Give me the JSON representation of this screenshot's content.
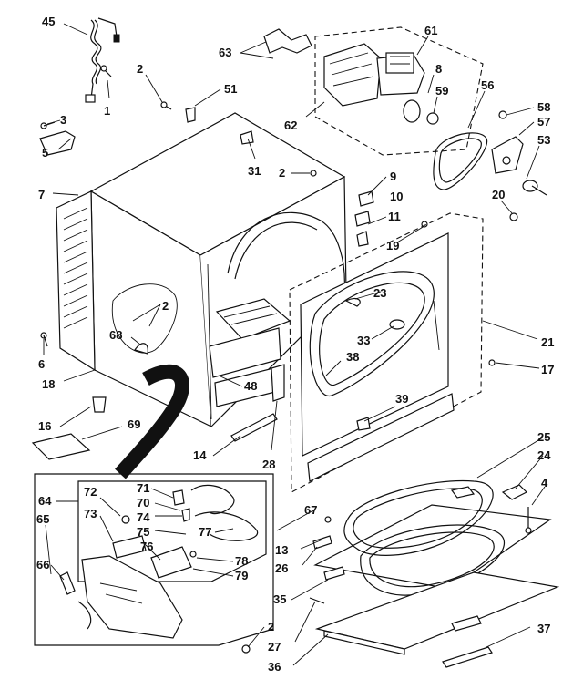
{
  "callouts": [
    {
      "id": "c45",
      "text": "45"
    },
    {
      "id": "c2a",
      "text": "2"
    },
    {
      "id": "c1",
      "text": "1"
    },
    {
      "id": "c3",
      "text": "3"
    },
    {
      "id": "c51",
      "text": "51"
    },
    {
      "id": "c63",
      "text": "63"
    },
    {
      "id": "c61",
      "text": "61"
    },
    {
      "id": "c8",
      "text": "8"
    },
    {
      "id": "c59",
      "text": "59"
    },
    {
      "id": "c56",
      "text": "56"
    },
    {
      "id": "c58",
      "text": "58"
    },
    {
      "id": "c57",
      "text": "57"
    },
    {
      "id": "c53",
      "text": "53"
    },
    {
      "id": "c62",
      "text": "62"
    },
    {
      "id": "c5",
      "text": "5"
    },
    {
      "id": "c31",
      "text": "31"
    },
    {
      "id": "c2b",
      "text": "2"
    },
    {
      "id": "c9",
      "text": "9"
    },
    {
      "id": "c10",
      "text": "10"
    },
    {
      "id": "c7",
      "text": "7"
    },
    {
      "id": "c20",
      "text": "20"
    },
    {
      "id": "c11",
      "text": "11"
    },
    {
      "id": "c19",
      "text": "19"
    },
    {
      "id": "c2c",
      "text": "2"
    },
    {
      "id": "c23",
      "text": "23"
    },
    {
      "id": "c21",
      "text": "21"
    },
    {
      "id": "c68",
      "text": "68"
    },
    {
      "id": "c33",
      "text": "33"
    },
    {
      "id": "c6",
      "text": "6"
    },
    {
      "id": "c38",
      "text": "38"
    },
    {
      "id": "c17",
      "text": "17"
    },
    {
      "id": "c18",
      "text": "18"
    },
    {
      "id": "c48",
      "text": "48"
    },
    {
      "id": "c39",
      "text": "39"
    },
    {
      "id": "c16",
      "text": "16"
    },
    {
      "id": "c69",
      "text": "69"
    },
    {
      "id": "c14",
      "text": "14"
    },
    {
      "id": "c28",
      "text": "28"
    },
    {
      "id": "c25",
      "text": "25"
    },
    {
      "id": "c24",
      "text": "24"
    },
    {
      "id": "c64",
      "text": "64"
    },
    {
      "id": "c72",
      "text": "72"
    },
    {
      "id": "c71",
      "text": "71"
    },
    {
      "id": "c70",
      "text": "70"
    },
    {
      "id": "c4",
      "text": "4"
    },
    {
      "id": "c73",
      "text": "73"
    },
    {
      "id": "c74",
      "text": "74"
    },
    {
      "id": "c65",
      "text": "65"
    },
    {
      "id": "c75",
      "text": "75"
    },
    {
      "id": "c77",
      "text": "77"
    },
    {
      "id": "c67",
      "text": "67"
    },
    {
      "id": "c76",
      "text": "76"
    },
    {
      "id": "c13",
      "text": "13"
    },
    {
      "id": "c78",
      "text": "78"
    },
    {
      "id": "c66",
      "text": "66"
    },
    {
      "id": "c26",
      "text": "26"
    },
    {
      "id": "c79",
      "text": "79"
    },
    {
      "id": "c35",
      "text": "35"
    },
    {
      "id": "c2d",
      "text": "2"
    },
    {
      "id": "c37",
      "text": "37"
    },
    {
      "id": "c27",
      "text": "27"
    },
    {
      "id": "c36",
      "text": "36"
    }
  ]
}
